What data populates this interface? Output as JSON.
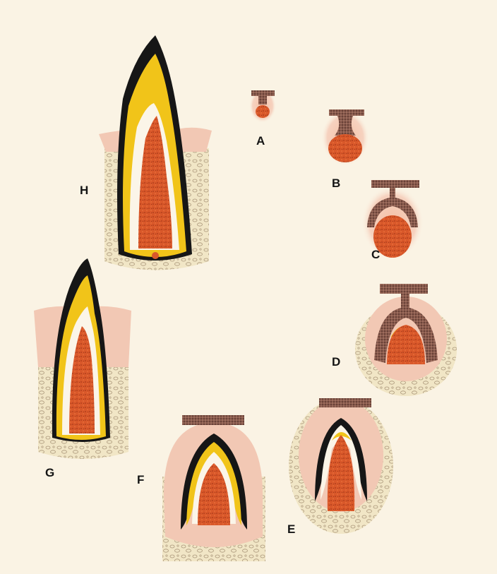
{
  "labels": {
    "a": "A",
    "b": "B",
    "c": "C",
    "d": "D",
    "e": "E",
    "f": "F",
    "g": "G",
    "h": "H"
  },
  "colors": {
    "background": "#faf3e4",
    "pink_tissue": "#f2c8b4",
    "pulp": "#d9582a",
    "enamel_yellow": "#f1c419",
    "crown_black": "#161616",
    "bone": "#f1e6c6",
    "bone_stroke": "#a38e72",
    "oral_epithelium": "#7e5448"
  }
}
